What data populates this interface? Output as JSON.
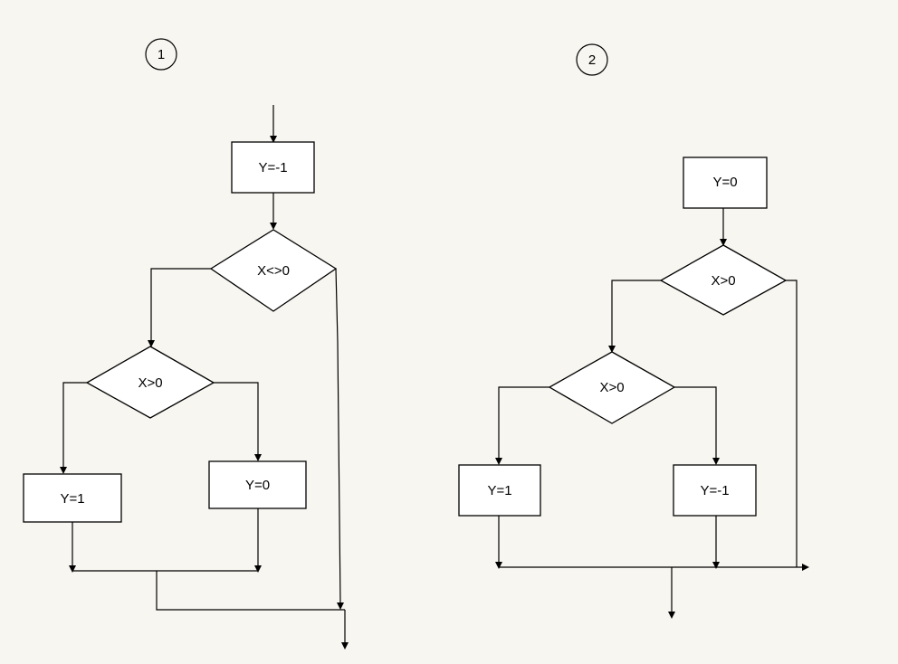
{
  "diagrams": [
    {
      "number": "1",
      "blocks": {
        "start": "Y=-1",
        "cond_outer": "X<>0",
        "cond_inner": "X>0",
        "left": "Y=1",
        "right": "Y=0"
      }
    },
    {
      "number": "2",
      "blocks": {
        "start": "Y=0",
        "cond_outer": "X>0",
        "cond_inner": "X>0",
        "left": "Y=1",
        "right": "Y=-1"
      }
    }
  ]
}
